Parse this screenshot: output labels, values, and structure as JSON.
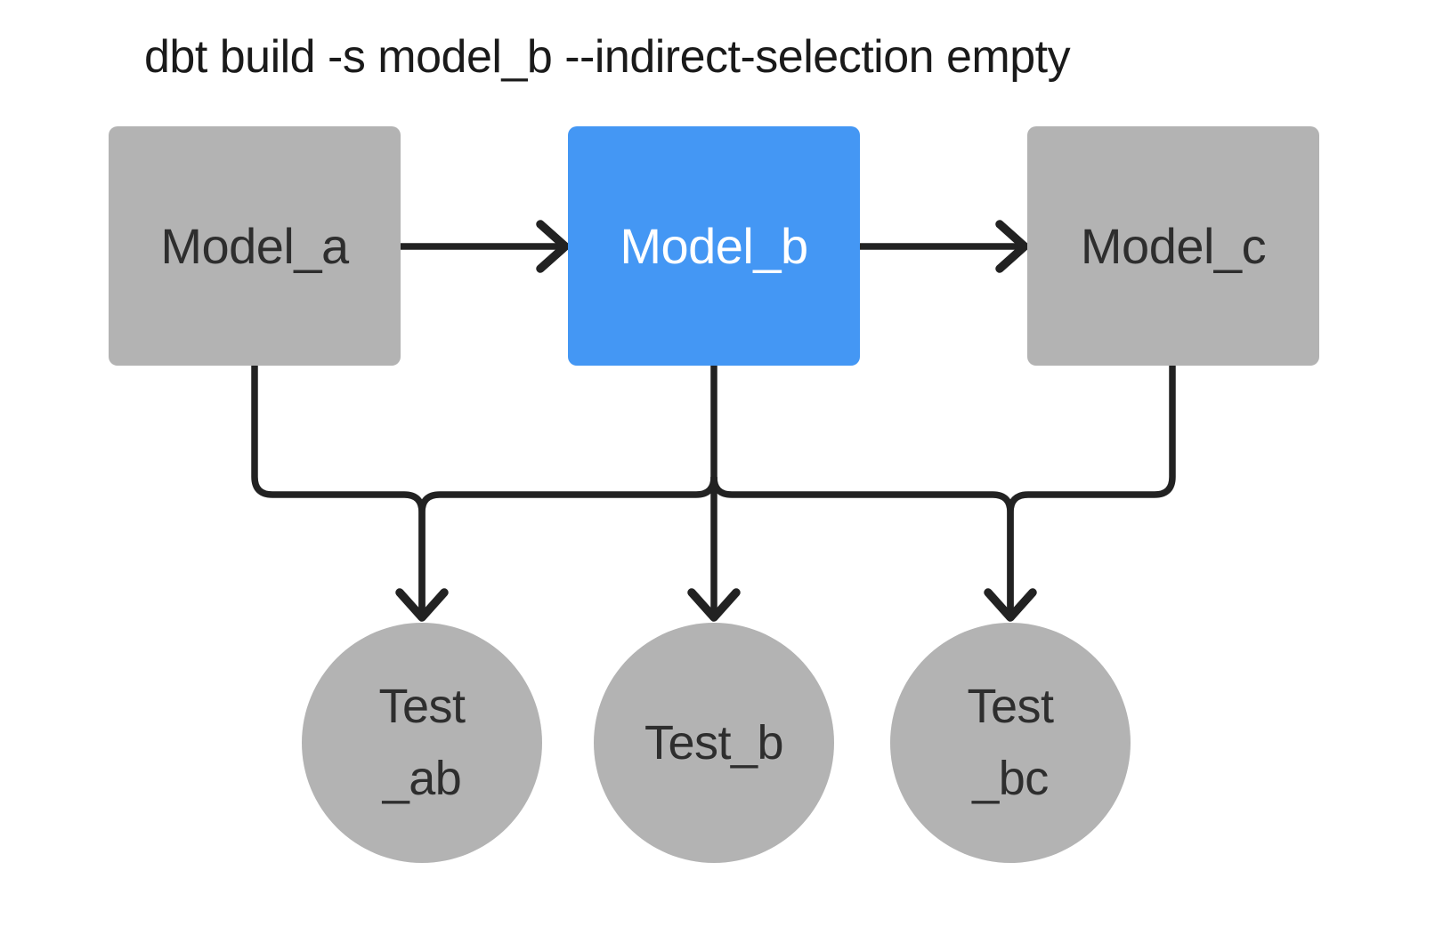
{
  "title": "dbt build -s model_b --indirect-selection empty",
  "colors": {
    "background": "#ffffff",
    "node_gray": "#b3b3b3",
    "selected_blue": "#4497f4",
    "line": "#222222",
    "title_ink": "#1a1a1a",
    "node_ink": "#2e2e2e"
  },
  "nodes": {
    "model_a": {
      "label": "Model_a",
      "type": "model",
      "selected": false
    },
    "model_b": {
      "label": "Model_b",
      "type": "model",
      "selected": true
    },
    "model_c": {
      "label": "Model_c",
      "type": "model",
      "selected": false
    },
    "test_ab": {
      "label": "Test\n_ab",
      "type": "test"
    },
    "test_b": {
      "label": "Test_b",
      "type": "test"
    },
    "test_bc": {
      "label": "Test\n_bc",
      "type": "test"
    }
  },
  "edges": [
    {
      "from": "model_a",
      "to": "model_b"
    },
    {
      "from": "model_b",
      "to": "model_c"
    },
    {
      "from": "model_a",
      "to": "test_ab"
    },
    {
      "from": "model_b",
      "to": "test_ab"
    },
    {
      "from": "model_b",
      "to": "test_b"
    },
    {
      "from": "model_b",
      "to": "test_bc"
    },
    {
      "from": "model_c",
      "to": "test_bc"
    }
  ]
}
